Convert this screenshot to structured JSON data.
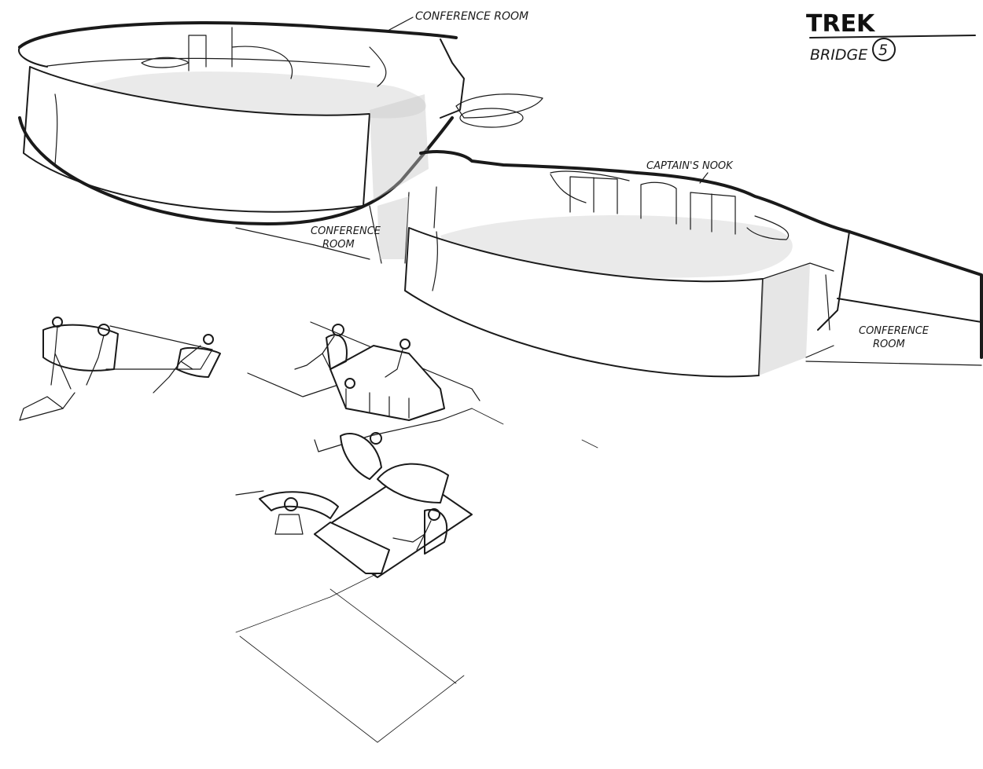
{
  "title_block": {
    "title": "TREK",
    "subtitle": "BRIDGE",
    "sheet_number": "5"
  },
  "labels": {
    "conference_room_top": "CONFERENCE ROOM",
    "conference_room_middle_line1": "CONFERENCE",
    "conference_room_middle_line2": "ROOM",
    "conference_room_right_line1": "CONFERENCE",
    "conference_room_right_line2": "ROOM",
    "captains_nook": "CAPTAIN'S NOOK"
  },
  "colors": {
    "ink": "#1a1a1a",
    "paper": "#ffffff",
    "shading": "#d9d9d9"
  }
}
